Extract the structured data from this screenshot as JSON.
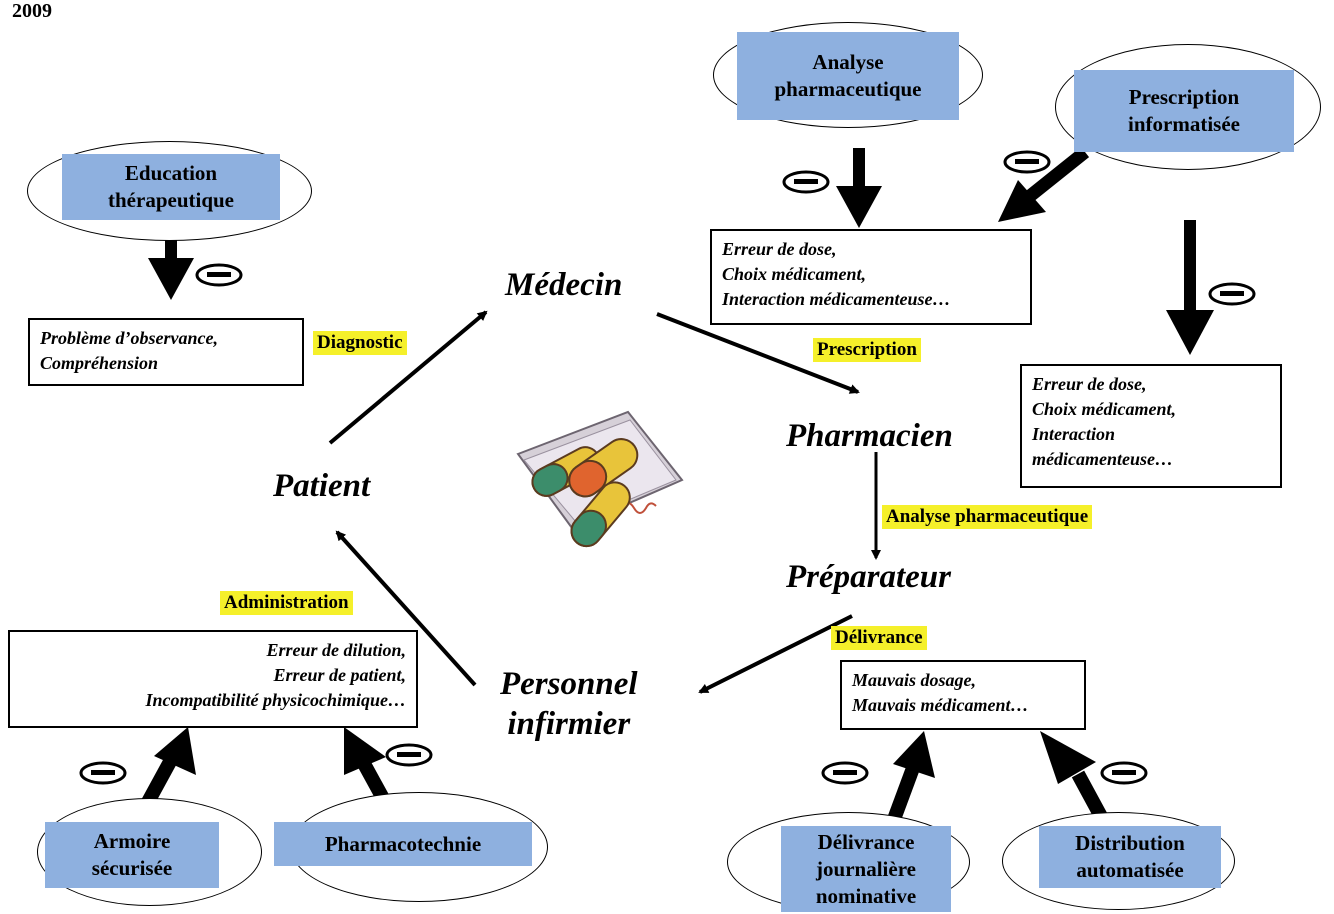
{
  "year": "2009",
  "actors": {
    "medecin": "Médecin",
    "pharmacien": "Pharmacien",
    "preparateur": "Préparateur",
    "patient": "Patient",
    "personnel_line1": "Personnel",
    "personnel_line2": "infirmier"
  },
  "steps": {
    "diagnostic": "Diagnostic",
    "prescription": "Prescription",
    "analyse": "Analyse pharmaceutique",
    "delivrance": "Délivrance",
    "administration": "Administration"
  },
  "interventions": {
    "analyse_l1": "Analyse",
    "analyse_l2": "pharmaceutique",
    "prescription_l1": "Prescription",
    "prescription_l2": "informatisée",
    "education_l1": "Education",
    "education_l2": "thérapeutique",
    "armoire_l1": "Armoire",
    "armoire_l2": "sécurisée",
    "pharmacotechnie": "Pharmacotechnie",
    "delivrance_l1": "Délivrance",
    "delivrance_l2": "journalière",
    "delivrance_l3": "nominative",
    "distribution_l1": "Distribution",
    "distribution_l2": "automatisée"
  },
  "errors": {
    "prescription_box": [
      "Erreur de dose,",
      "Choix médicament,",
      "Interaction médicamenteuse…"
    ],
    "informatisee_box": [
      "Erreur de dose,",
      "Choix médicament,",
      "Interaction",
      "médicamenteuse…"
    ],
    "observance_box": [
      "Problème d’observance,",
      "Compréhension"
    ],
    "administration_box": [
      "Erreur de dilution,",
      "Erreur de patient,",
      "Incompatibilité physicochimique…"
    ],
    "delivrance_box": [
      "Mauvais dosage,",
      "Mauvais médicament…"
    ]
  },
  "icons": [
    "minus-sign-icon",
    "pills-icon"
  ],
  "colors": {
    "intervention_fill": "#8eb0df",
    "step_highlight": "#f5f02a"
  }
}
